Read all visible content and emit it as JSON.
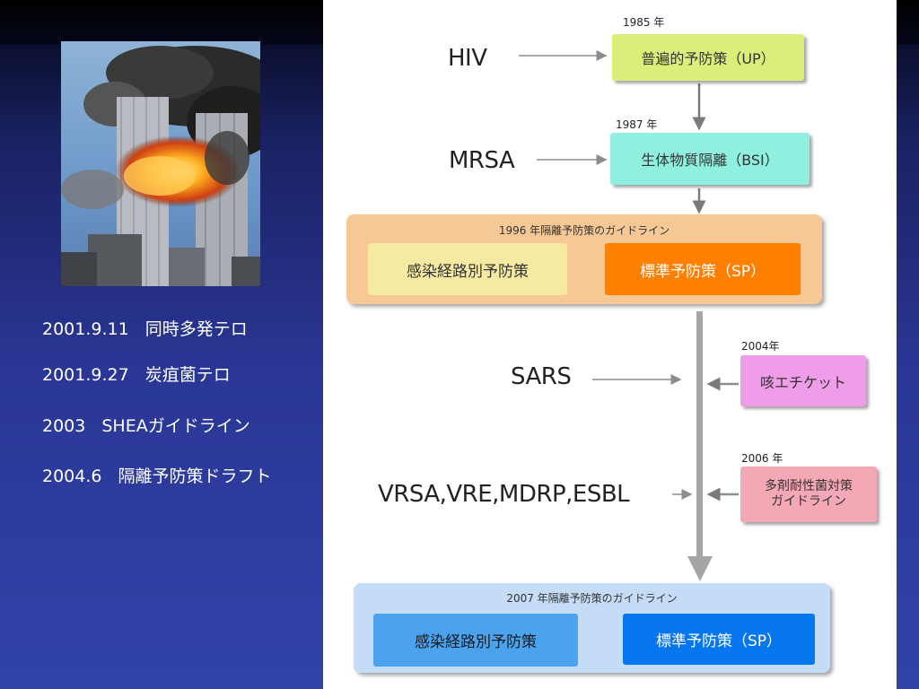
{
  "events": [
    {
      "date": "2001.9.11",
      "text": "同時多発テロ"
    },
    {
      "date": "2001.9.27",
      "text": "炭疽菌テロ"
    },
    {
      "date": "2003",
      "text": "SHEAガイドライン"
    },
    {
      "date": "2004.6",
      "text": "隔離予防策ドラフト"
    }
  ],
  "diagram": {
    "hiv": "HIV",
    "mrsa": "MRSA",
    "sars": "SARS",
    "vrsa": "VRSA,VRE,MDRP,ESBL",
    "year1985": "1985 年",
    "year1987": "1987 年",
    "year2004": "2004年",
    "year2006": "2006 年",
    "up_box": "普遍的予防策（UP）",
    "bsi_box": "生体物質隔離（BSI）",
    "g1996": {
      "title": "1996 年隔離予防策のガイドライン",
      "left": "感染経路別予防策",
      "right": "標準予防策（SP）"
    },
    "cough_box": "咳エチケット",
    "mdr_box_line1": "多剤耐性菌対策",
    "mdr_box_line2": "ガイドライン",
    "g2007": {
      "title": "2007 年隔離予防策のガイドライン",
      "left": "感染経路別予防策",
      "right": "標準予防策（SP）"
    }
  },
  "colors": {
    "up_box": "#dcee7a",
    "bsi_box": "#8ff0e0",
    "g1996_bg": "#f5c896",
    "g1996_left": "#f6eaa2",
    "g1996_right": "#ff7f00",
    "cough_box": "#ef9de8",
    "mdr_box": "#f4a7b4",
    "g2007_bg": "#c4dcf5",
    "g2007_left": "#4aa3ec",
    "g2007_right": "#0777f0"
  }
}
